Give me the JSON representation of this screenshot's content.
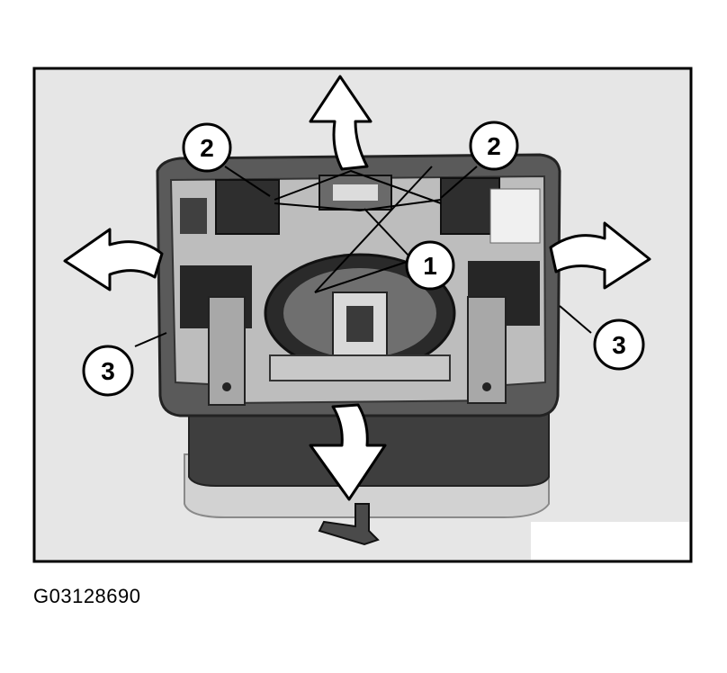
{
  "callouts": [
    {
      "id": "c2-left",
      "label": "2"
    },
    {
      "id": "c2-right",
      "label": "2"
    },
    {
      "id": "c1",
      "label": "1"
    },
    {
      "id": "c3-left",
      "label": "3"
    },
    {
      "id": "c3-right",
      "label": "3"
    }
  ],
  "figure_code": "G03128690",
  "colors": {
    "frame": "#000000",
    "background": "#e6e6e6",
    "panel": "#b9b9b9",
    "panel_dark": "#4a4a4a",
    "arrow_fill": "#ffffff"
  }
}
